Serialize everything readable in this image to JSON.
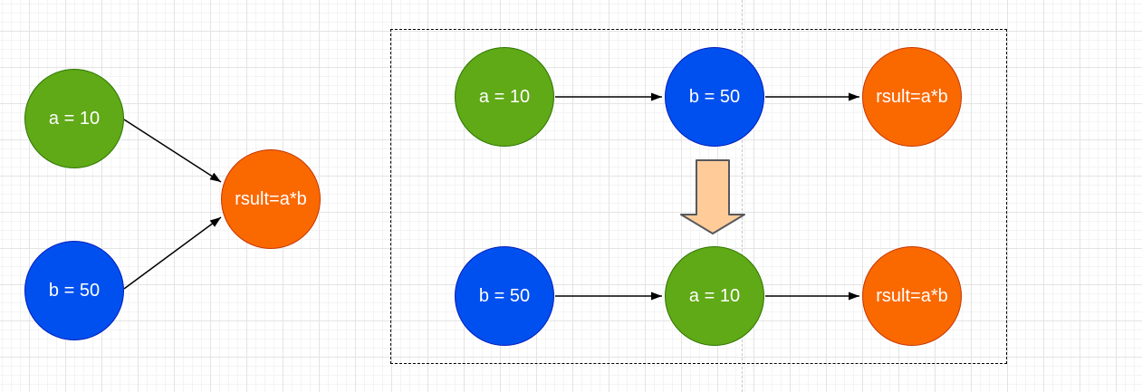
{
  "left_diagram": {
    "node_a_label": "a = 10",
    "node_b_label": "b = 50",
    "node_result_label": "rsult=a*b"
  },
  "boxed_diagram": {
    "top_row": {
      "node_a_label": "a = 10",
      "node_b_label": "b = 50",
      "node_result_label": "rsult=a*b"
    },
    "bottom_row": {
      "node_b_label": "b = 50",
      "node_a_label": "a = 10",
      "node_result_label": "rsult=a*b"
    },
    "transform_arrow_icon": "down-arrow"
  },
  "colors": {
    "node_green_fill": "#60A917",
    "node_green_stroke": "#2D7600",
    "node_blue_fill": "#0050EF",
    "node_blue_stroke": "#001DBC",
    "node_orange_fill": "#FA6800",
    "node_orange_stroke": "#C73500",
    "node_text": "#ffffff",
    "connector": "#000000",
    "transform_arrow_fill": "#FFCC99",
    "transform_arrow_stroke": "#56585C",
    "dashed_box_border": "#000000",
    "page_divider": "#c8c8c8",
    "grid_major": "#e4e4e4",
    "grid_minor": "#f4f4f4",
    "canvas_background": "#ffffff"
  }
}
